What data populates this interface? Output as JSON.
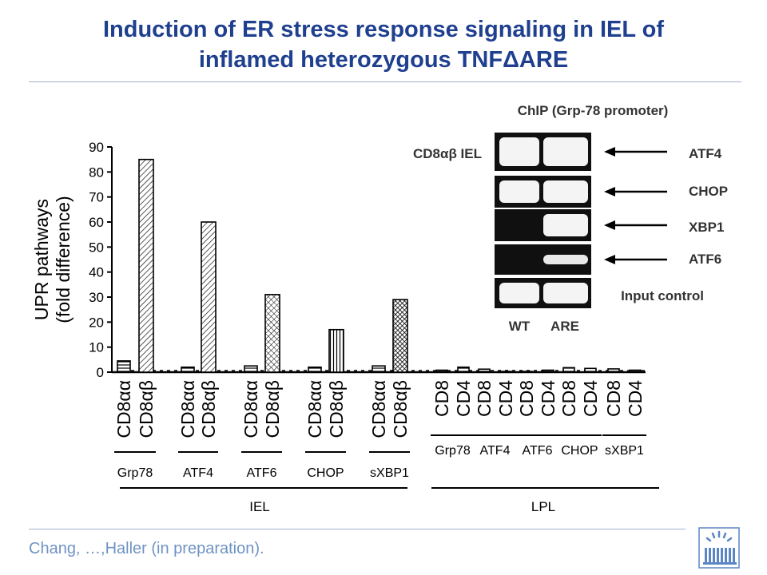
{
  "title": {
    "line1": "Induction of ER stress response signaling in IEL of",
    "line2": "inflamed heterozygous TNFΔARE"
  },
  "footer": "Chang, …,Haller (in preparation).",
  "chart_data": {
    "type": "bar",
    "ylabel": [
      "UPR pathways",
      "(fold difference)"
    ],
    "ylim": [
      0,
      90
    ],
    "yticks": [
      0,
      10,
      20,
      30,
      40,
      50,
      60,
      70,
      80,
      90
    ],
    "groups": [
      {
        "group": "IEL",
        "gene": "Grp78",
        "bars": [
          {
            "label": "CD8αα",
            "value": 4.5,
            "fill": "h-lines"
          },
          {
            "label": "CD8αβ",
            "value": 85,
            "fill": "diag"
          }
        ]
      },
      {
        "group": "IEL",
        "gene": "ATF4",
        "bars": [
          {
            "label": "CD8αα",
            "value": 2,
            "fill": "h-lines"
          },
          {
            "label": "CD8αβ",
            "value": 60,
            "fill": "diag"
          }
        ]
      },
      {
        "group": "IEL",
        "gene": "ATF6",
        "bars": [
          {
            "label": "CD8αα",
            "value": 2.5,
            "fill": "h-lines"
          },
          {
            "label": "CD8αβ",
            "value": 31,
            "fill": "cross"
          }
        ]
      },
      {
        "group": "IEL",
        "gene": "CHOP",
        "bars": [
          {
            "label": "CD8αα",
            "value": 2,
            "fill": "h-lines"
          },
          {
            "label": "CD8αβ",
            "value": 17,
            "fill": "v-lines"
          }
        ]
      },
      {
        "group": "IEL",
        "gene": "sXBP1",
        "bars": [
          {
            "label": "CD8αα",
            "value": 2.5,
            "fill": "h-lines"
          },
          {
            "label": "CD8αβ",
            "value": 29,
            "fill": "dense-cross"
          }
        ]
      },
      {
        "group": "LPL",
        "gene": "Grp78",
        "bars": [
          {
            "label": "CD8",
            "value": 0.8,
            "fill": "h-lines"
          },
          {
            "label": "CD4",
            "value": 2,
            "fill": "h-lines"
          }
        ]
      },
      {
        "group": "LPL",
        "gene": "ATF4",
        "bars": [
          {
            "label": "CD8",
            "value": 1.2,
            "fill": "h-lines"
          },
          {
            "label": "CD4",
            "value": 0.3,
            "fill": "h-lines"
          }
        ]
      },
      {
        "group": "LPL",
        "gene": "ATF6",
        "bars": [
          {
            "label": "CD8",
            "value": 0.3,
            "fill": "h-lines"
          },
          {
            "label": "CD4",
            "value": 0.8,
            "fill": "h-lines"
          }
        ]
      },
      {
        "group": "LPL",
        "gene": "CHOP",
        "bars": [
          {
            "label": "CD8",
            "value": 1.8,
            "fill": "h-lines"
          },
          {
            "label": "CD4",
            "value": 1.5,
            "fill": "h-lines"
          }
        ]
      },
      {
        "group": "LPL",
        "gene": "sXBP1",
        "bars": [
          {
            "label": "CD8",
            "value": 1.3,
            "fill": "h-lines"
          },
          {
            "label": "CD4",
            "value": 0.8,
            "fill": "h-lines"
          }
        ]
      }
    ],
    "group_labels": [
      "IEL",
      "LPL"
    ]
  },
  "chip_inset": {
    "title": "ChIP (Grp-78 promoter)",
    "sample_label": "CD8αβ IEL",
    "columns": [
      "WT",
      "ARE"
    ],
    "rows": [
      {
        "label": "ATF4",
        "wt": "strong",
        "are": "strong",
        "arrow": true
      },
      {
        "label": "CHOP",
        "wt": "strong",
        "are": "strong",
        "arrow": true
      },
      {
        "label": "XBP1",
        "wt": "none",
        "are": "strong",
        "arrow": true
      },
      {
        "label": "ATF6",
        "wt": "none",
        "are": "weak",
        "arrow": true
      },
      {
        "label": "Input control",
        "wt": "strong",
        "are": "strong",
        "arrow": false
      }
    ]
  }
}
